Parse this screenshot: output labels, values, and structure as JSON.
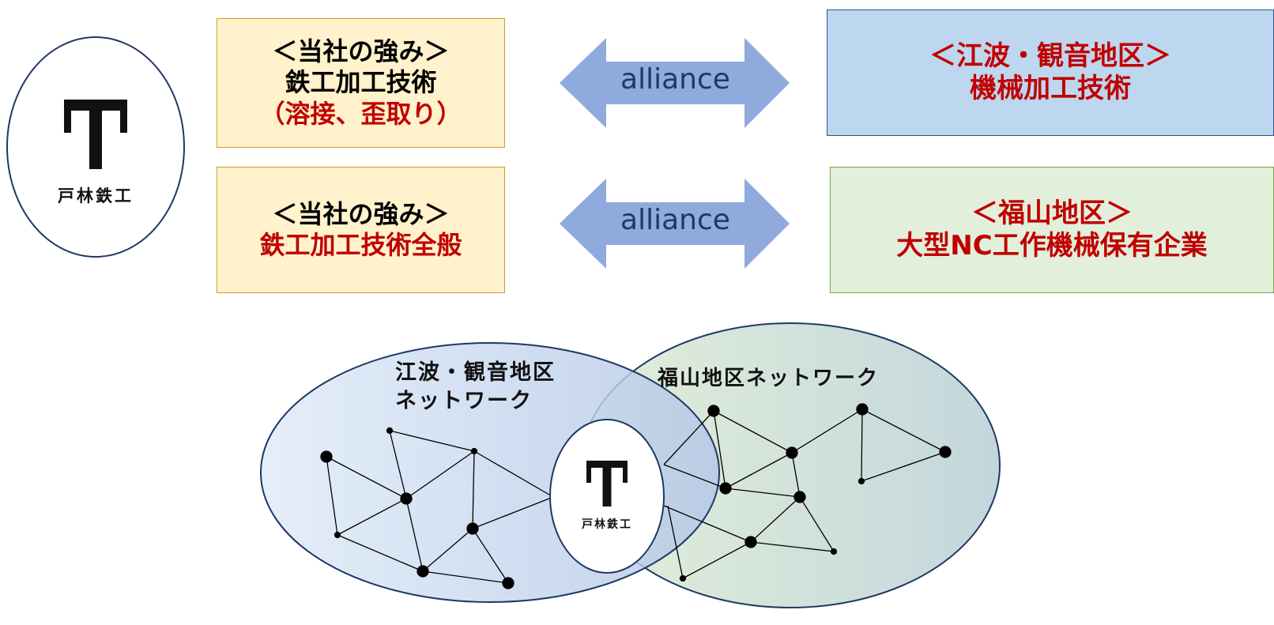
{
  "company": {
    "logo_text": "戸林鉄工",
    "icon": "t-shaped-company-logo-icon"
  },
  "rows": [
    {
      "strength": {
        "line1": "＜当社の強み＞",
        "line2": "鉄工加工技術",
        "line3": "（溶接、歪取り）"
      },
      "alliance_label": "alliance",
      "partner": {
        "line1": "＜江波・観音地区＞",
        "line2": "機械加工技術"
      }
    },
    {
      "strength": {
        "line1": "＜当社の強み＞",
        "line2": "鉄工加工技術全般"
      },
      "alliance_label": "alliance",
      "partner": {
        "line1": "＜福山地区＞",
        "line2": "大型NC工作機械保有企業"
      }
    }
  ],
  "network": {
    "left_label_line1": "江波・観音地区",
    "left_label_line2": "ネットワーク",
    "right_label": "福山地区ネットワーク"
  },
  "colors": {
    "strength_fill": "#FFF2CC",
    "strength_border": "#C9A227",
    "blue_fill": "#BDD7EE",
    "blue_border": "#2F5597",
    "green_fill": "#E2EFDA",
    "green_border": "#70AD47",
    "arrow_fill": "#8FAADC",
    "accent_red": "#C00000"
  }
}
